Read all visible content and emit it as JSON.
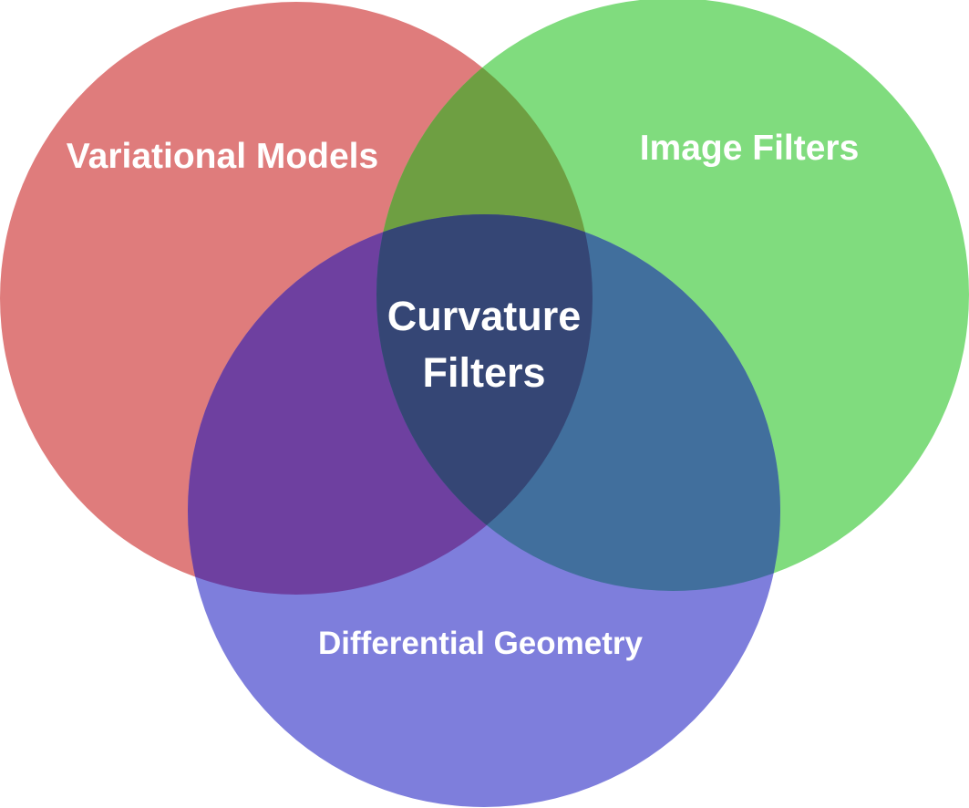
{
  "diagram": {
    "type": "venn",
    "sets": [
      {
        "id": "variational",
        "label": "Variational Models",
        "color": "#DF7C7C"
      },
      {
        "id": "image",
        "label": "Image Filters",
        "color": "#80DC7E"
      },
      {
        "id": "differential",
        "label": "Differential Geometry",
        "color": "#7E7EDC"
      }
    ],
    "overlap_colors": {
      "variational_image": "#6E9F42",
      "variational_differential": "#6E40A0",
      "image_differential": "#416F9D",
      "all": "#354675"
    },
    "center_label": {
      "line1": "Curvature",
      "line2": "Filters"
    }
  }
}
